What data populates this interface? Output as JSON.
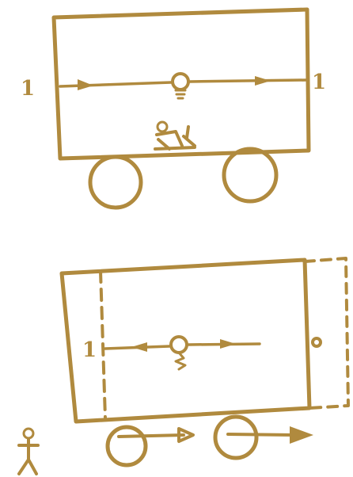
{
  "top_panel": {
    "left_label": "1",
    "right_label": "1"
  },
  "bottom_panel": {
    "left_label": "1",
    "right_label": "0"
  },
  "colors": {
    "ink": "#b08a3e",
    "background": "#ffffff"
  }
}
